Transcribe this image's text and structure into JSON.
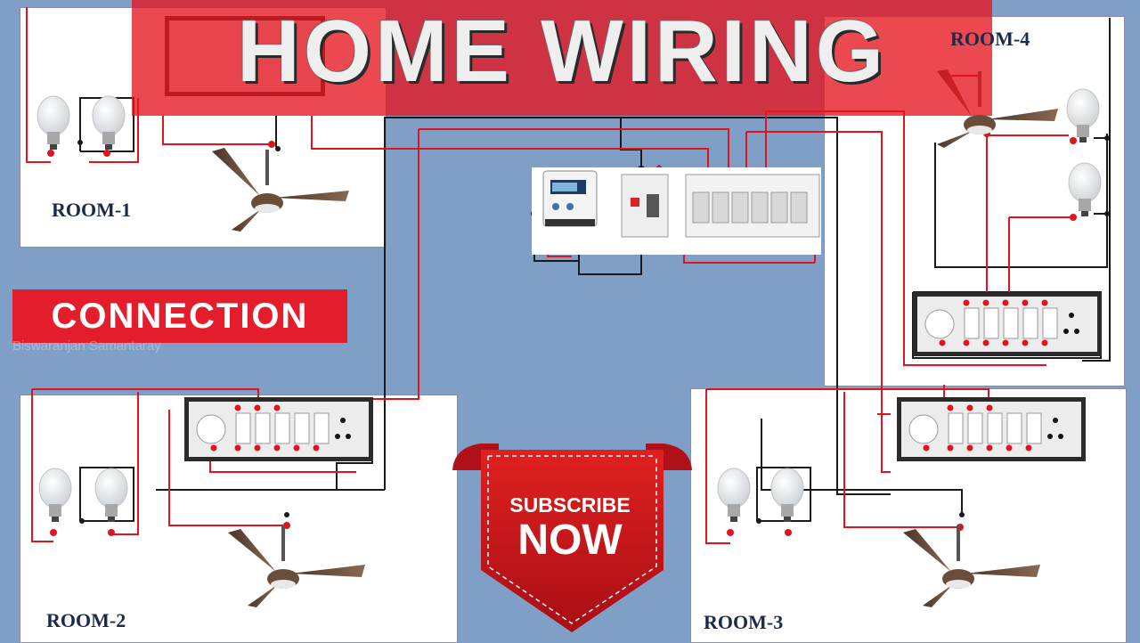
{
  "title": "HOME WIRING",
  "subtitle": "CONNECTION",
  "watermark": "Biswaranjan Samantaray",
  "cta": {
    "line1": "SUBSCRIBE",
    "line2": "NOW"
  },
  "rooms": [
    {
      "label": "ROOM-1"
    },
    {
      "label": "ROOM-2"
    },
    {
      "label": "ROOM-3"
    },
    {
      "label": "ROOM-4"
    }
  ],
  "colors": {
    "live_wire": "#e0141e",
    "neutral_wire": "#1a1a1a",
    "banner": "#e31d2b",
    "background": "#7f9fc7"
  }
}
